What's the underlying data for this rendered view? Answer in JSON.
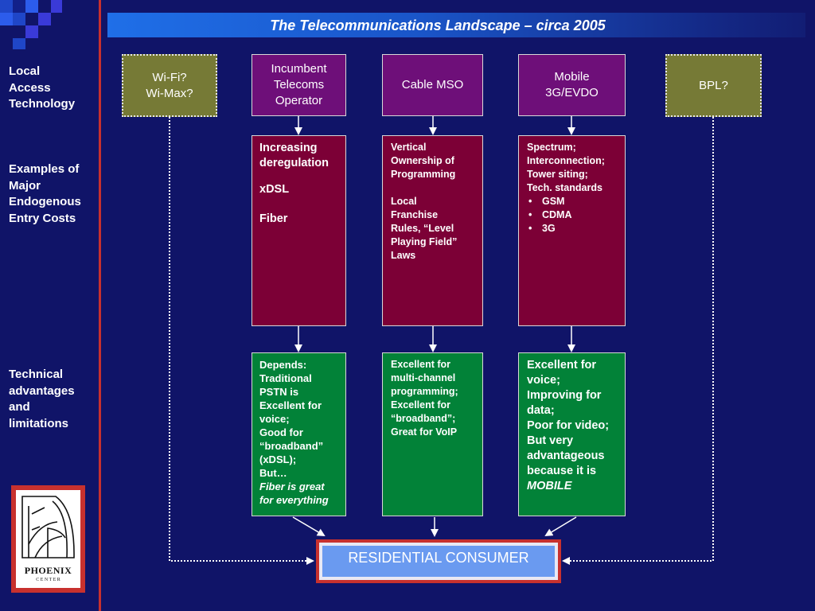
{
  "title": "The Telecommunications Landscape – circa 2005",
  "row_labels": {
    "local_access": "Local\nAccess\nTechnology",
    "entry_costs": "Examples of\nMajor\nEndogenous\nEntry Costs",
    "technical": "Technical\nadvantages\nand\nlimitations"
  },
  "columns": {
    "wifi": {
      "label_line1": "Wi-Fi?",
      "label_line2": "Wi-Max?"
    },
    "incumbent": {
      "label_line1": "Incumbent",
      "label_line2": "Telecoms",
      "label_line3": "Operator",
      "entry_costs": [
        "Increasing deregulation",
        "xDSL",
        "Fiber"
      ],
      "tech": {
        "lines": [
          "Depends:",
          "Traditional",
          "PSTN is",
          "Excellent for",
          "voice;",
          "Good for",
          "“broadband”",
          "(xDSL);",
          "But…"
        ],
        "italic_lines": [
          "Fiber is great",
          "for everything"
        ]
      }
    },
    "cable": {
      "label": "Cable MSO",
      "entry_costs": {
        "para1": [
          "Vertical",
          "Ownership of",
          "Programming"
        ],
        "para2": [
          "Local",
          "Franchise",
          "Rules, “Level",
          "Playing Field”",
          "Laws"
        ]
      },
      "tech": [
        "Excellent for",
        "multi-channel",
        "programming;",
        "Excellent for",
        "“broadband”;",
        "Great for VoIP"
      ]
    },
    "mobile": {
      "label_line1": "Mobile",
      "label_line2": "3G/EVDO",
      "entry_costs": {
        "lines": [
          "Spectrum;",
          "Interconnection;",
          "Tower siting;",
          "Tech. standards"
        ],
        "bullets": [
          "GSM",
          "CDMA",
          "3G"
        ]
      },
      "tech": {
        "lines": [
          "Excellent for",
          "voice;",
          "Improving for",
          "data;",
          "Poor for video;",
          "But very",
          "advantageous",
          "because it is"
        ],
        "italic": "MOBILE"
      }
    },
    "bpl": {
      "label": "BPL?"
    }
  },
  "consumer": "RESIDENTIAL CONSUMER",
  "logo": {
    "name": "PHOENIX",
    "sub": "C E N T E R"
  },
  "colors": {
    "background": "#101468",
    "purple": "#6e0f79",
    "olive": "#767a36",
    "maroon": "#7c0036",
    "green": "#028238",
    "red_accent": "#c8312e"
  }
}
